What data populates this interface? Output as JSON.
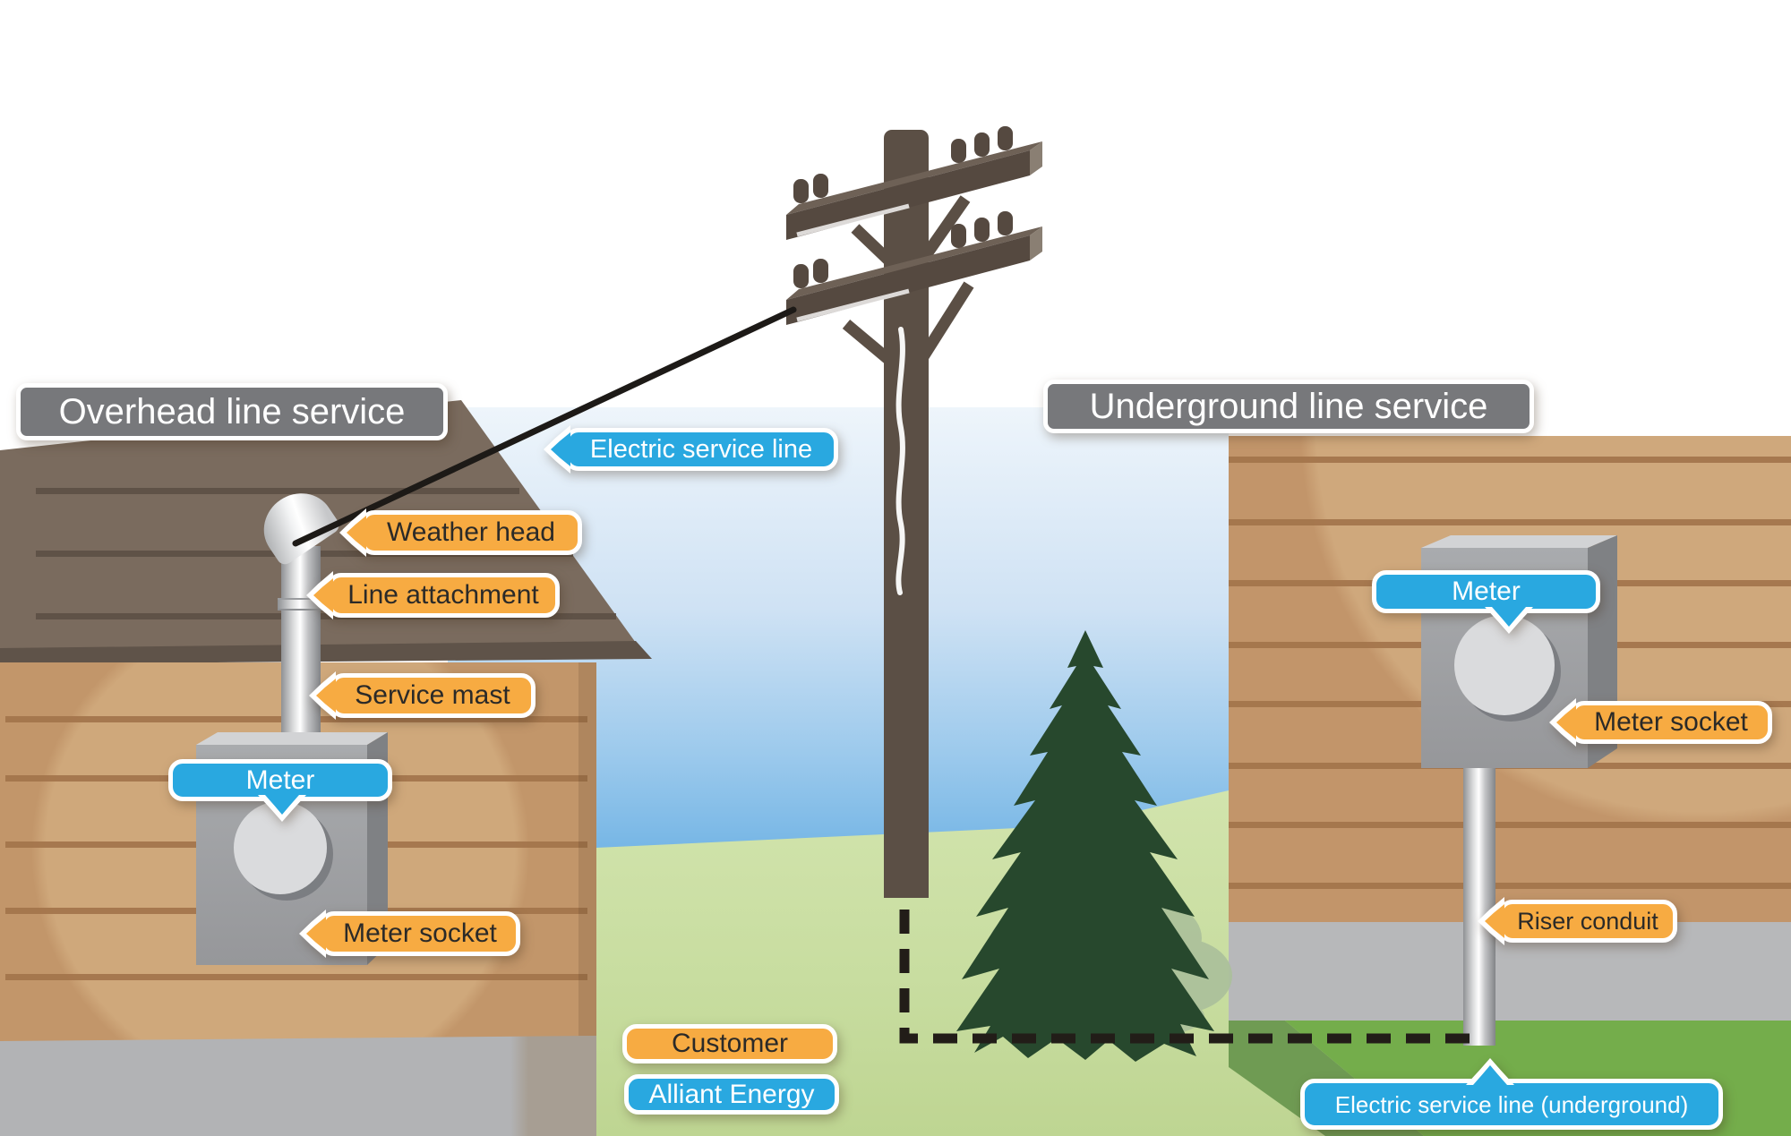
{
  "titles": {
    "overhead": "Overhead line service",
    "underground": "Underground line service"
  },
  "badges": {
    "electric_service_line": "Electric service line",
    "weather_head": "Weather head",
    "line_attachment": "Line attachment",
    "service_mast": "Service mast",
    "meter_overhead": "Meter",
    "meter_socket_overhead": "Meter socket",
    "meter_underground": "Meter",
    "meter_socket_underground": "Meter socket",
    "riser_conduit": "Riser conduit",
    "electric_service_line_underground": "Electric service line (underground)"
  },
  "legend": {
    "customer": "Customer",
    "alliant_energy": "Alliant Energy"
  },
  "colors": {
    "label_orange": "#f7ab42",
    "label_blue": "#29a8e0",
    "label_gray": "#77787b",
    "label_text_dark": "#2b2a28",
    "label_text_light": "#ffffff",
    "sky_bottom": "#74b5e5",
    "grass_light": "#cde1a7",
    "grass_dark": "#74ad4b",
    "roof": "#7a6b5e",
    "wall_tan": "#c2966a",
    "pole_brown": "#5b4f45",
    "line_black": "#1d1a17"
  }
}
